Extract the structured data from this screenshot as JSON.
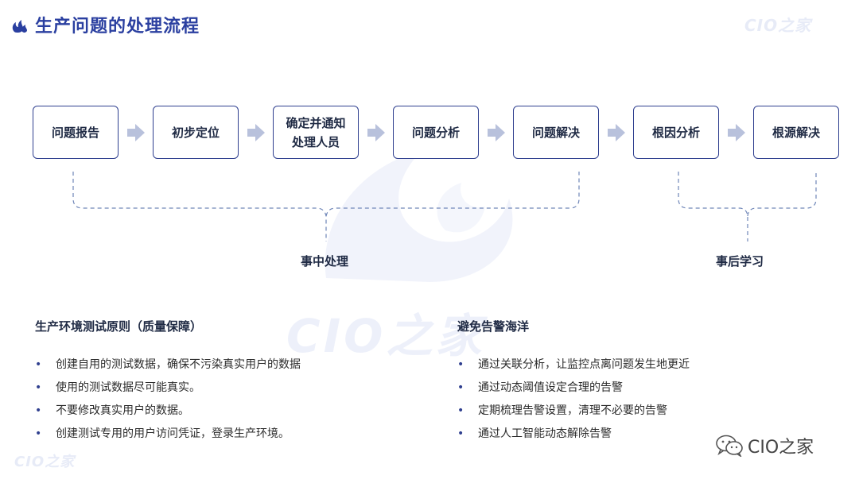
{
  "header": {
    "title": "生产问题的处理流程",
    "brand_top": "CIO之家",
    "brand_bottom": "CIO之家",
    "watermark": "CIO之家",
    "wechat_brand": "CIO之家"
  },
  "flow": {
    "steps": [
      {
        "label": "问题报告"
      },
      {
        "label": "初步定位"
      },
      {
        "label": "确定并通知处理人员"
      },
      {
        "label": "问题分析"
      },
      {
        "label": "问题解决"
      },
      {
        "label": "根因分析"
      },
      {
        "label": "根源解决"
      }
    ],
    "phases": [
      {
        "label": "事中处理"
      },
      {
        "label": "事后学习"
      }
    ]
  },
  "sections": [
    {
      "title": "生产环境测试原则（质量保障）",
      "items": [
        "创建自用的测试数据，确保不污染真实用户的数据",
        "使用的测试数据尽可能真实。",
        "不要修改真实用户的数据。",
        "创建测试专用的用户访问凭证，登录生产环境。"
      ]
    },
    {
      "title": "避免告警海洋",
      "items": [
        "通过关联分析，让监控点离问题发生地更近",
        "通过动态阈值设定合理的告警",
        "定期梳理告警设置，清理不必要的告警",
        "通过人工智能动态解除告警"
      ]
    }
  ],
  "colors": {
    "accent": "#2a3fa0",
    "box_border": "#2f3f8f",
    "arrow": "#b8c1dc",
    "bracket": "#6f86b8"
  },
  "icons": {
    "logo": "flame-logo-icon",
    "arrow": "right-arrow-icon",
    "wechat": "wechat-icon"
  }
}
